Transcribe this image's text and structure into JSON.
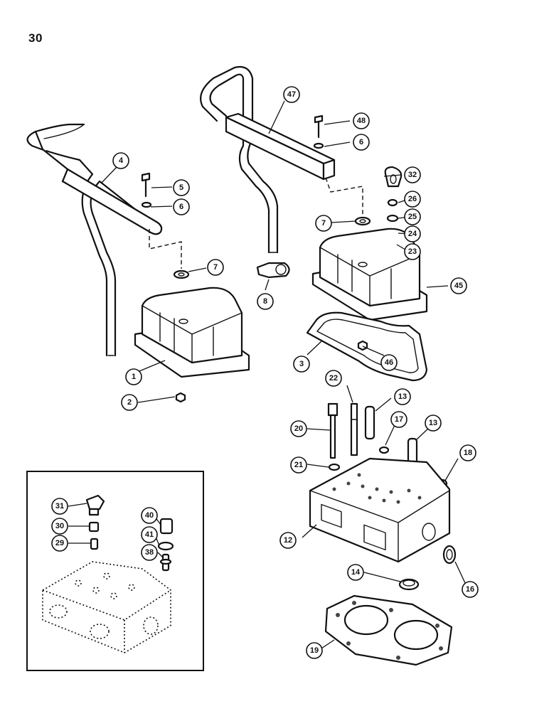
{
  "page_number": "30",
  "callouts": [
    {
      "id": "c47",
      "label": "47"
    },
    {
      "id": "c48",
      "label": "48"
    },
    {
      "id": "c6a",
      "label": "6"
    },
    {
      "id": "c32",
      "label": "32"
    },
    {
      "id": "c26",
      "label": "26"
    },
    {
      "id": "c25",
      "label": "25"
    },
    {
      "id": "c24",
      "label": "24"
    },
    {
      "id": "c23",
      "label": "23"
    },
    {
      "id": "c7a",
      "label": "7"
    },
    {
      "id": "c45",
      "label": "45"
    },
    {
      "id": "c4",
      "label": "4"
    },
    {
      "id": "c5",
      "label": "5"
    },
    {
      "id": "c6b",
      "label": "6"
    },
    {
      "id": "c7b",
      "label": "7"
    },
    {
      "id": "c8",
      "label": "8"
    },
    {
      "id": "c1",
      "label": "1"
    },
    {
      "id": "c2",
      "label": "2"
    },
    {
      "id": "c3",
      "label": "3"
    },
    {
      "id": "c46",
      "label": "46"
    },
    {
      "id": "c22",
      "label": "22"
    },
    {
      "id": "c13a",
      "label": "13"
    },
    {
      "id": "c20",
      "label": "20"
    },
    {
      "id": "c17",
      "label": "17"
    },
    {
      "id": "c13b",
      "label": "13"
    },
    {
      "id": "c21",
      "label": "21"
    },
    {
      "id": "c18",
      "label": "18"
    },
    {
      "id": "c12",
      "label": "12"
    },
    {
      "id": "c14",
      "label": "14"
    },
    {
      "id": "c16",
      "label": "16"
    },
    {
      "id": "c19",
      "label": "19"
    },
    {
      "id": "c31",
      "label": "31"
    },
    {
      "id": "c30",
      "label": "30"
    },
    {
      "id": "c29",
      "label": "29"
    },
    {
      "id": "c40",
      "label": "40"
    },
    {
      "id": "c41",
      "label": "41"
    },
    {
      "id": "c38",
      "label": "38"
    }
  ]
}
